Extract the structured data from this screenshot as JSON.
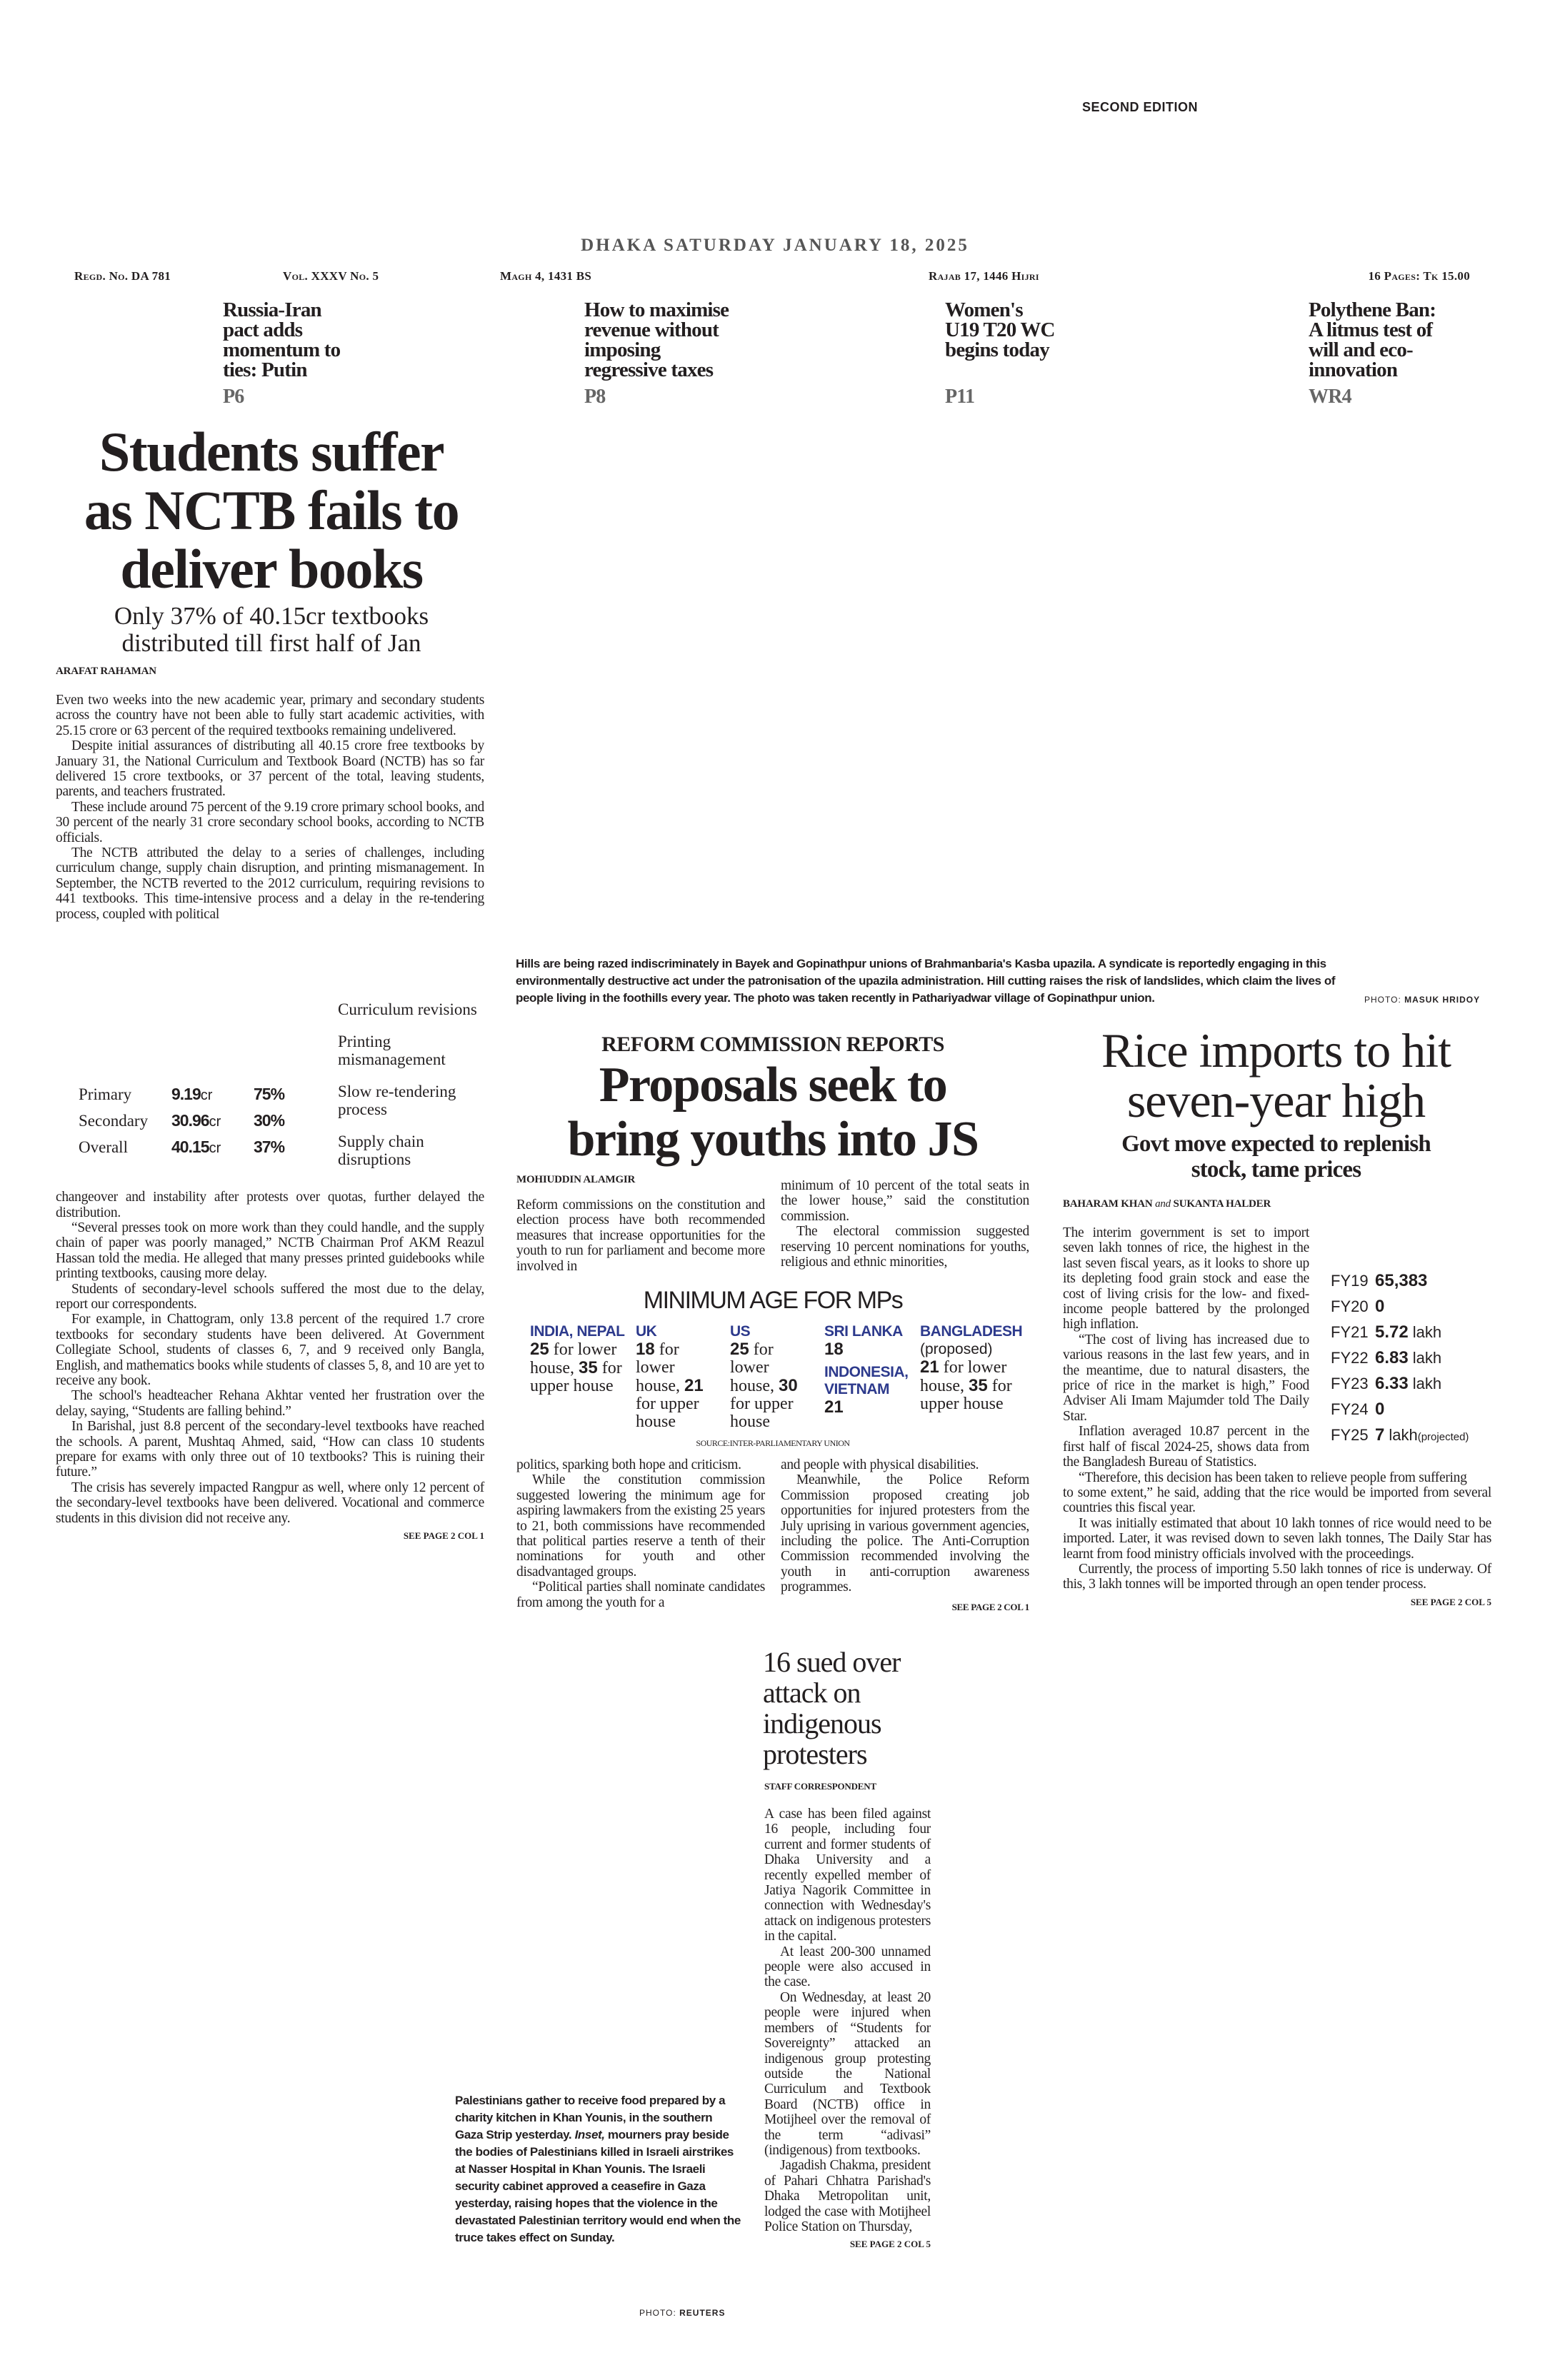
{
  "masthead": {
    "edition": "SECOND EDITION",
    "dateline": "DHAKA SATURDAY JANUARY 18, 2025",
    "regd": "Regd. No. DA 781",
    "volume": "Vol. XXXV No. 5",
    "bangla_date": "Magh 4, 1431 BS",
    "hijri_date": "Rajab 17, 1446 Hijri",
    "pages_price": "16 Pages: Tk 15.00"
  },
  "teasers": [
    {
      "lines": [
        "Russia-Iran",
        "pact adds",
        "momentum to",
        "ties: Putin"
      ],
      "page": "P6"
    },
    {
      "lines": [
        "How to maximise",
        "revenue without",
        "imposing",
        "regressive taxes"
      ],
      "page": "P8"
    },
    {
      "lines": [
        "Women's",
        "U19 T20 WC",
        "begins today"
      ],
      "page": "P11"
    },
    {
      "lines": [
        "Polythene Ban:",
        "A litmus test of",
        "will and eco-",
        "innovation"
      ],
      "page": "WR4"
    }
  ],
  "lead": {
    "headline": [
      "Students suffer",
      "as NCTB fails to",
      "deliver books"
    ],
    "subhead": [
      "Only 37% of 40.15cr textbooks",
      "distributed till first half of Jan"
    ],
    "byline": "ARAFAT RAHAMAN",
    "body_top": [
      "Even two weeks into the new academic year, primary and secondary students across the country have not been able to fully start academic activities, with 25.15 crore or 63 percent of the required textbooks remaining undelivered.",
      "Despite initial assurances of distributing all 40.15 crore free textbooks by January 31, the National Curriculum and Textbook Board (NCTB) has so far delivered 15 crore textbooks, or 37 percent of the total, leaving students, parents, and teachers frustrated.",
      "These include around 75 percent of the 9.19 crore primary school books, and 30 percent of the nearly 31 crore secondary school books, according to NCTB officials.",
      "The NCTB attributed the delay to a series of challenges, including curriculum change, supply chain disruption, and printing mismanagement. In September, the NCTB reverted to the 2012 curriculum, requiring revisions to 441 textbooks. This time-intensive process and a delay in the re-tendering process, coupled with political"
    ],
    "body_bottom": [
      "changeover and instability after protests over quotas, further delayed the distribution.",
      "“Several presses took on more work than they could handle, and the supply chain of paper was poorly managed,” NCTB Chairman Prof AKM Reazul Hassan told the media. He alleged that many presses printed guidebooks while printing textbooks, causing more delay.",
      "Students of secondary-level schools suffered the most due to the delay, report our correspondents.",
      "For example, in Chattogram, only 13.8 percent of the required 1.7 crore textbooks for secondary students have been delivered. At Government Collegiate School, students of classes 6, 7, and 9 received only Bangla, English, and mathematics books while students of classes 5, 8, and 10 are yet to receive any book.",
      "The school's headteacher Rehana Akhtar vented her frustration over the delay, saying, “Students are falling behind.”",
      "In Barishal, just 8.8 percent of the secondary-level textbooks have reached the schools. A parent, Mushtaq Ahmed, said, “How can class 10 students prepare for exams with only three out of 10 textbooks? This is ruining their future.”",
      "The crisis has severely impacted Rangpur as well, where only 12 percent of the secondary-level textbooks have been delivered. Vocational and commerce students in this division did not receive any."
    ],
    "see_page": "SEE PAGE 2 COL 1",
    "graphic": {
      "reasons": [
        "Curriculum revisions",
        "Printing mismanagement",
        "Slow re-tendering process",
        "Supply chain disruptions"
      ],
      "rows": [
        {
          "label": "Primary",
          "value": "9.19",
          "unit": "cr",
          "pct": "75%"
        },
        {
          "label": "Secondary",
          "value": "30.96",
          "unit": "cr",
          "pct": "30%"
        },
        {
          "label": "Overall",
          "value": "40.15",
          "unit": "cr",
          "pct": "37%"
        }
      ]
    }
  },
  "hill_photo": {
    "caption": "Hills are being razed indiscriminately in Bayek and Gopinathpur unions of Brahmanbaria's Kasba upazila. A syndicate is reportedly engaging in this environmentally destructive act under the patronisation of the upazila administration. Hill cutting raises the risk of landslides, which claim the lives of people living in the foothills every year. The photo was taken recently in Pathariyadwar village of Gopinathpur union.",
    "credit_label": "PHOTO:",
    "credit_name": "MASUK HRIDOY"
  },
  "reform": {
    "kicker": "REFORM COMMISSION REPORTS",
    "headline": [
      "Proposals seek to",
      "bring youths into JS"
    ],
    "byline": "MOHIUDDIN ALAMGIR",
    "col1_top": [
      "Reform commissions on the constitution and election process have both recommended measures that increase opportunities for the youth to run for parliament and become more involved in"
    ],
    "col2_top": [
      "minimum of 10 percent of the total seats in the lower house,” said the constitution commission.",
      "The electoral commission suggested reserving 10 percent nominations for youths, religious and ethnic minorities,"
    ],
    "col1_bottom": [
      "politics, sparking both hope and criticism.",
      "While the constitution commission suggested lowering the minimum age for aspiring lawmakers from the existing 25 years to 21, both commissions have recommended that political parties reserve a tenth of their nominations for youth and other disadvantaged groups.",
      "“Political parties shall nominate candidates from among the youth for a"
    ],
    "col2_bottom": [
      "and people with physical disabilities.",
      "Meanwhile, the Police Reform Commission proposed creating job opportunities for injured protesters from the July uprising in various government agencies, including the police. The Anti-Corruption Commission recommended involving the youth in anti-corruption awareness programmes."
    ],
    "see_page": "SEE PAGE 2 COL 1",
    "age_table": {
      "title": "MINIMUM AGE FOR MPs",
      "source": "SOURCE:INTER-PARLIAMENTARY UNION",
      "entries": [
        {
          "country": "INDIA, NEPAL",
          "lower": "25",
          "upper": "35",
          "t1": " for lower house, ",
          "t2": " for upper house"
        },
        {
          "country": "UK",
          "lower": "18",
          "upper": "21",
          "t1": " for lower house, ",
          "t2": " for upper house"
        },
        {
          "country": "US",
          "lower": "25",
          "upper": "30",
          "t1": " for lower house, ",
          "t2": " for upper house"
        },
        {
          "country": "SRI LANKA",
          "lower": "18",
          "country2": "INDONESIA, VIETNAM",
          "lower2": "21"
        },
        {
          "country": "BANGLADESH",
          "note": "(proposed)",
          "lower": "21",
          "upper": "35",
          "t1": " for lower house, ",
          "t2": " for upper house"
        }
      ]
    }
  },
  "rice": {
    "headline": [
      "Rice imports to hit",
      "seven-year high"
    ],
    "subhead": [
      "Govt move expected to replenish",
      "stock, tame prices"
    ],
    "byline_a": "BAHARAM KHAN",
    "byline_and": "and",
    "byline_b": "SUKANTA HALDER",
    "body_col": [
      "The interim government is set to import seven lakh tonnes of rice, the highest in the last seven fiscal years, as it looks to shore up its depleting food grain stock and ease the cost of living crisis for the low- and fixed-income people battered by the prolonged high inflation.",
      "“The cost of living has increased due to various reasons in the last few years, and in the meantime, due to natural disasters, the price of rice in the market is high,” Food Adviser Ali Imam Majumder told The Daily Star.",
      "Inflation averaged 10.87 percent in the first half of fiscal 2024-25, shows data from the Bangladesh Bureau of Statistics.",
      "“Therefore, this decision has been taken to relieve people from suffering"
    ],
    "body_full": [
      "to some extent,” he said, adding that the rice would be imported from several countries this fiscal year.",
      "It was initially estimated that about 10 lakh tonnes of rice would need to be imported. Later, it was revised down to seven lakh tonnes, The Daily Star has learnt from food ministry officials involved with the proceedings.",
      "Currently, the process of importing 5.50 lakh tonnes of rice is underway. Of this, 3 lakh tonnes will be imported through an open tender process."
    ],
    "see_page": "SEE PAGE 2 COL 5",
    "imports": [
      {
        "fy": "FY19",
        "value": "65,383",
        "unit": ""
      },
      {
        "fy": "FY20",
        "value": "0",
        "unit": ""
      },
      {
        "fy": "FY21",
        "value": "5.72",
        "unit": "lakh"
      },
      {
        "fy": "FY22",
        "value": "6.83",
        "unit": "lakh"
      },
      {
        "fy": "FY23",
        "value": "6.33",
        "unit": "lakh"
      },
      {
        "fy": "FY24",
        "value": "0",
        "unit": ""
      },
      {
        "fy": "FY25",
        "value": "7",
        "unit": "lakh",
        "note": "(projected)"
      }
    ]
  },
  "sued": {
    "headline": [
      "16 sued over",
      "attack on",
      "indigenous",
      "protesters"
    ],
    "byline": "STAFF CORRESPONDENT",
    "body": [
      "A case has been filed against 16 people, including four current and former students of Dhaka University and a recently expelled member of Jatiya Nagorik Committee in connection with Wednesday's attack on indigenous protesters in the capital.",
      "At least 200-300 unnamed people were also accused in the case.",
      "On Wednesday, at least 20 people were injured when members of “Students for Sovereignty” attacked an indigenous group protesting outside the National Curriculum and Textbook Board (NCTB) office in Motijheel over the removal of the term “adivasi” (indigenous) from textbooks.",
      "Jagadish Chakma, president of Pahari Chhatra Parishad's Dhaka Metropolitan unit, lodged the case with Motijheel Police Station on Thursday,"
    ],
    "see_page": "SEE PAGE 2 COL 5"
  },
  "gaza_photo": {
    "caption_a": "Palestinians gather to receive food prepared by a charity kitchen in Khan Younis, in the southern Gaza Strip yesterday. ",
    "caption_inset": "Inset,",
    "caption_b": " mourners pray beside the bodies of Palestinians killed in Israeli airstrikes at Nasser Hospital in Khan Younis. The Israeli security cabinet approved a ceasefire in Gaza yesterday, raising hopes that the violence in the devastated Palestinian territory would end when the truce takes effect on Sunday.",
    "credit_label": "PHOTO:",
    "credit_name": "REUTERS"
  }
}
